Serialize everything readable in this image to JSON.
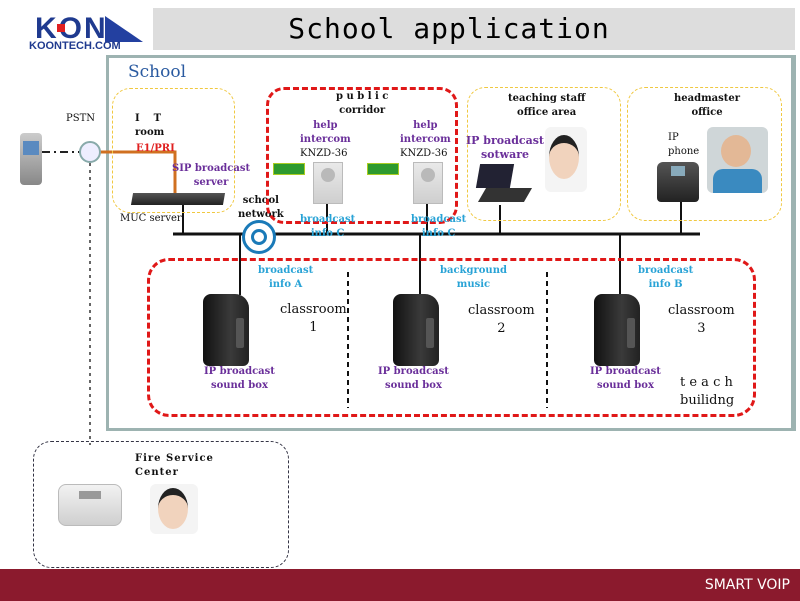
{
  "header": {
    "logo_top": "KON",
    "logo_bottom": "KOONTECH.COM",
    "title": "School application"
  },
  "school_label": "School",
  "pstn": "PSTN",
  "it_room": {
    "title": "I    T\nroom",
    "sub": "E1/PRI",
    "server_label": "SIP broadcast\nserver",
    "muc": "MUC server"
  },
  "network": "school\nnetwork",
  "corridor": {
    "title": "p u b l i c\ncorridor",
    "intercom_label": "help\nintercom",
    "model": "KNZD-36",
    "info": "broadcast\ninfo C"
  },
  "teaching": {
    "title": "teaching staff\noffice area",
    "software": "IP broadcast\nsotware"
  },
  "headmaster": {
    "title": "headmaster\noffice",
    "phone": "IP\nphone"
  },
  "classrooms": [
    {
      "info": "broadcast\ninfo A",
      "name": "classroom\n1",
      "device": "IP broadcast\nsound box"
    },
    {
      "info": "background\nmusic",
      "name": "classroom\n2",
      "device": "IP broadcast\nsound box"
    },
    {
      "info": "broadcast\ninfo B",
      "name": "classroom\n3",
      "device": "IP broadcast\nsound box"
    }
  ],
  "building": "t e a c h\nbuilidng",
  "fire": "Fire Service\nCenter",
  "footer": "SMART VOIP",
  "colors": {
    "footer": "#8b1a2d",
    "school_border": "#9db3b1",
    "red_dash": "#e01818",
    "yellow_dash": "#f0c840"
  }
}
